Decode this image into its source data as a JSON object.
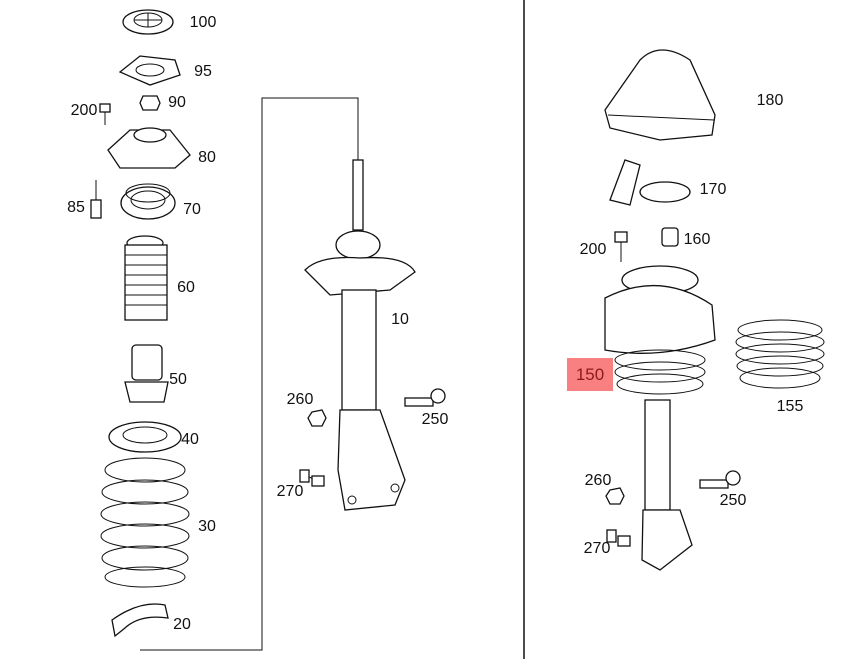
{
  "diagram": {
    "left_assembly": {
      "labels": [
        "100",
        "95",
        "200",
        "90",
        "80",
        "85",
        "70",
        "60",
        "50",
        "40",
        "30",
        "20",
        "10",
        "260",
        "250",
        "270"
      ]
    },
    "right_assembly": {
      "labels": [
        "180",
        "170",
        "200",
        "160",
        "155",
        "260",
        "250",
        "270"
      ],
      "highlighted_label": "150"
    },
    "highlight_color": "#f98080",
    "highlight_text_color": "#8b1a1a"
  }
}
